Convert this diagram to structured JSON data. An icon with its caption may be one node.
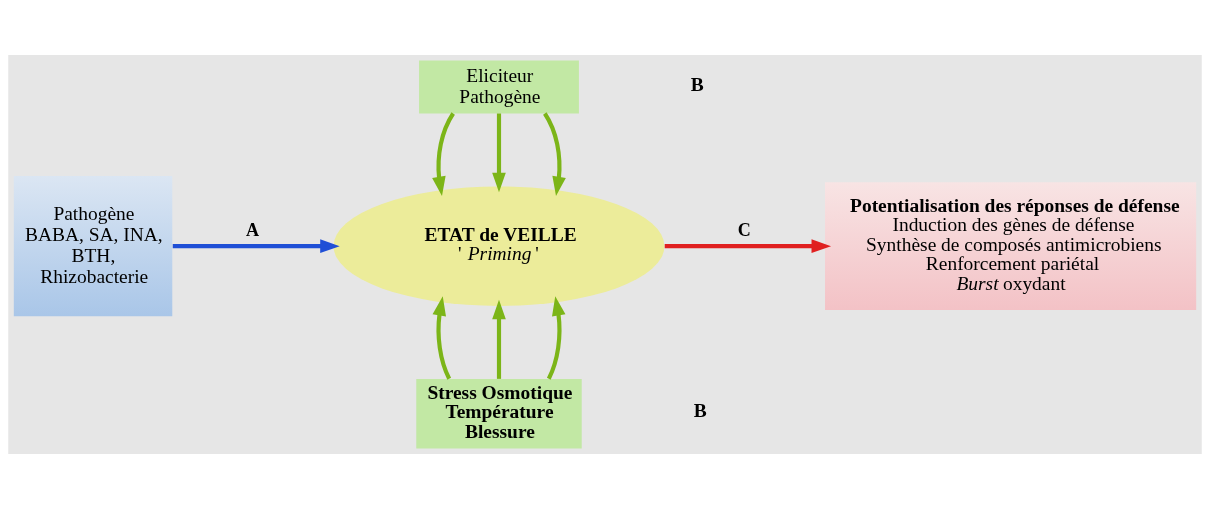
{
  "diagram": {
    "nodes": [
      {
        "text": [
          "Pathogène BABA, SA, INA, BTH, Rhizobacterie"
        ]
      },
      {
        "text": [
          "ETAT de VEILLE",
          "' *Priming* '"
        ]
      },
      {
        "text": [
          "Eliciteur Pathogène"
        ]
      },
      {
        "text": [
          "Stress Osmotique Température Blessure"
        ]
      },
      {
        "text": [
          "Potentialisation des réponses de défense",
          "Induction des gènes de défense",
          "Synthèse de composés antimicrobiens",
          "Renforcement pariétal",
          "*Burst* oxydant"
        ]
      }
    ],
    "edges": [
      {
        "from": 0,
        "to": 1,
        "arrow": "to",
        "label": "A",
        "color": "#1f4fd6"
      },
      {
        "from": 2,
        "to": 1,
        "arrow": "to"
      },
      {
        "from": 2,
        "to": 1,
        "arrow": "to"
      },
      {
        "from": 2,
        "to": 1,
        "arrow": "to"
      },
      {
        "from": 3,
        "to": 1,
        "arrow": "to"
      },
      {
        "from": 3,
        "to": 1,
        "arrow": "to"
      },
      {
        "from": 3,
        "to": 1,
        "arrow": "to"
      },
      {
        "from": 1,
        "to": 4,
        "arrow": "to",
        "label": "C",
        "color": "#e02020"
      }
    ],
    "labels": [
      "B",
      "B"
    ]
  }
}
